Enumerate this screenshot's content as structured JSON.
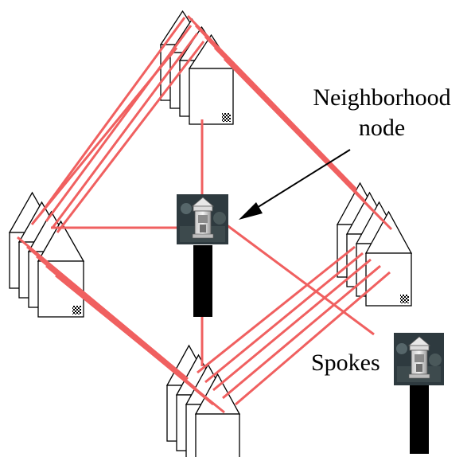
{
  "labels": {
    "node_label_line1": "Neighborhood",
    "node_label_line2": "node",
    "spokes_label": "Spokes"
  },
  "colors": {
    "wire": "#f06060",
    "pole": "#000000",
    "outline": "#000000"
  },
  "icons": {
    "node_device": "neighborhood-node-icon",
    "house": "house-icon",
    "arrow": "arrow-icon"
  }
}
